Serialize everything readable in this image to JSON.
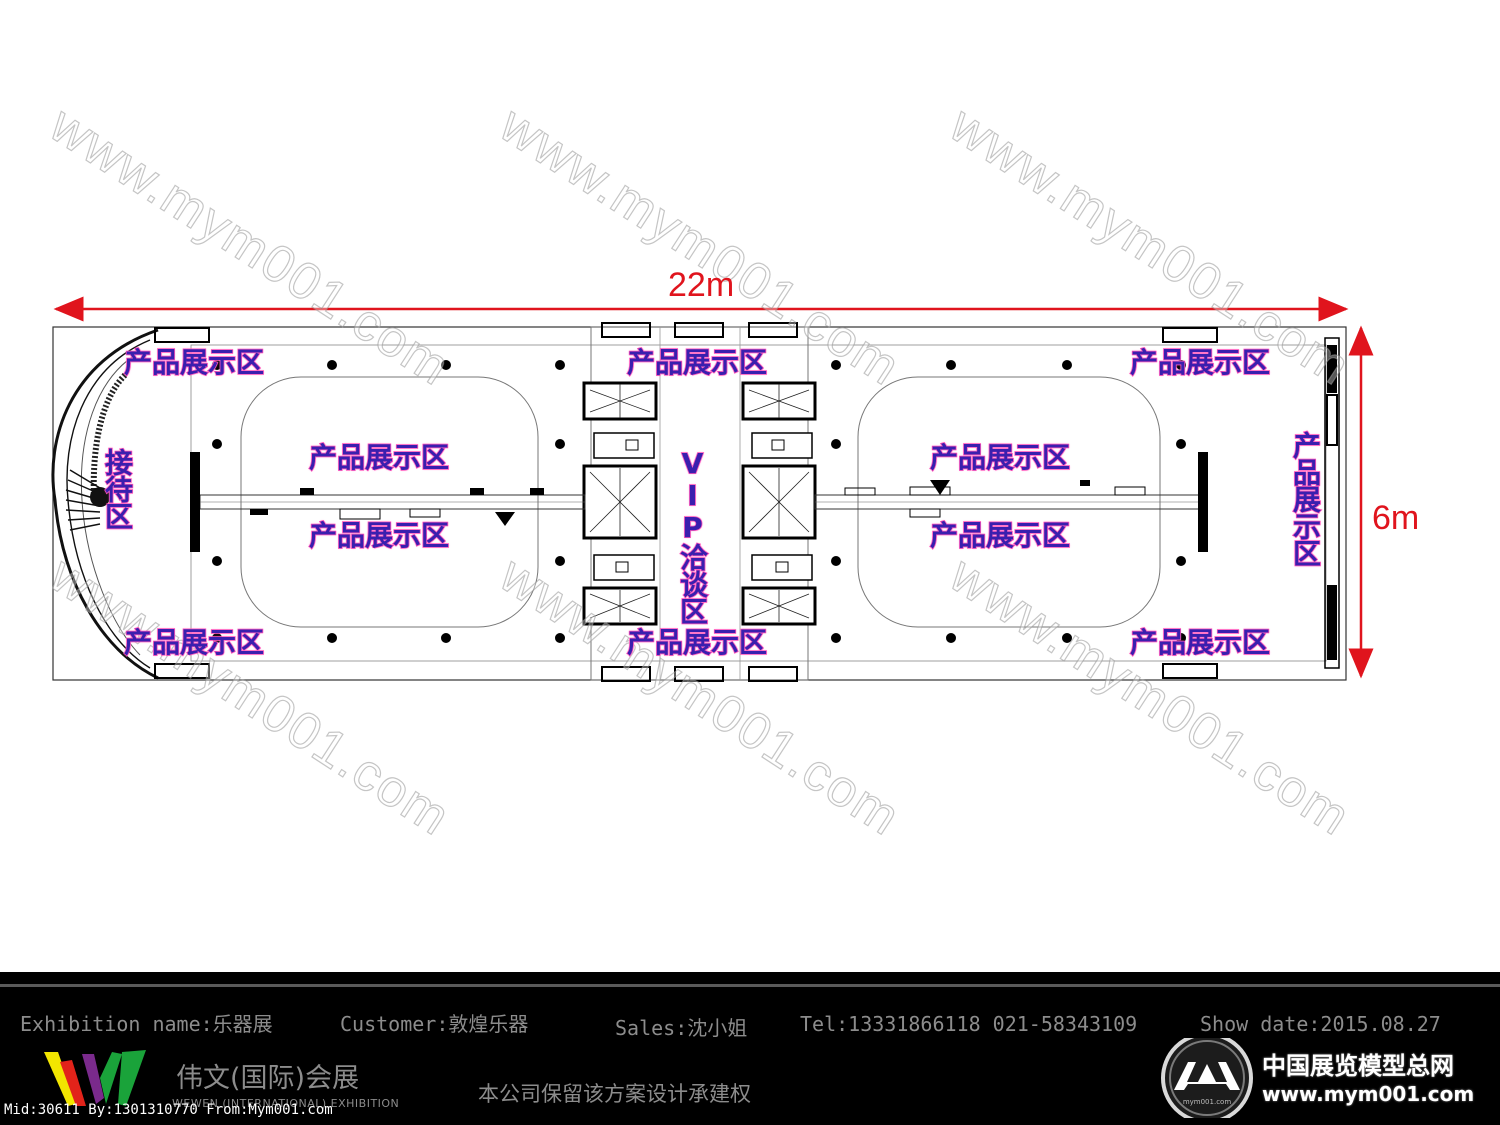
{
  "dimensions": {
    "width_label": "22m",
    "depth_label": "6m"
  },
  "zones": {
    "top_left": "产品展示区",
    "top_center": "产品展示区",
    "top_right": "产品展示区",
    "bottom_left": "产品展示区",
    "bottom_center": "产品展示区",
    "bottom_right": "产品展示区",
    "mid_left_upper": "产品展示区",
    "mid_left_lower": "产品展示区",
    "mid_right_upper": "产品展示区",
    "mid_right_lower": "产品展示区",
    "right_end": "产品展示区",
    "reception": "接待区",
    "vip": "VIP洽谈区"
  },
  "watermark": "www.mym001.com",
  "footer": {
    "exhibition": "Exhibition name:乐器展",
    "customer": "Customer:敦煌乐器",
    "sales": "Sales:沈小姐",
    "tel": "Tel:13331866118 021-58343109",
    "show_date": "Show date:2015.08.27",
    "company_cn": "伟文(国际)会展",
    "company_en": "WEWEN (INTERNATIONAL) EXHIBITION",
    "rights": "本公司保留该方案设计承建权",
    "model_id": "Mid:30611 By:1301310770 From:Mym001.com",
    "brand_cn": "中国展览模型总网",
    "brand_url": "www.mym001.com",
    "brand_logo_text": "mym001.com"
  },
  "colors": {
    "dimension": "#e0141d",
    "label_fill": "#3a1fae",
    "label_outline": "#ff3fb0",
    "footer_bg": "#000000",
    "footer_text": "#8c8c8c"
  },
  "icons": [
    "weiwen-logo-icon",
    "ava-logo-icon"
  ]
}
